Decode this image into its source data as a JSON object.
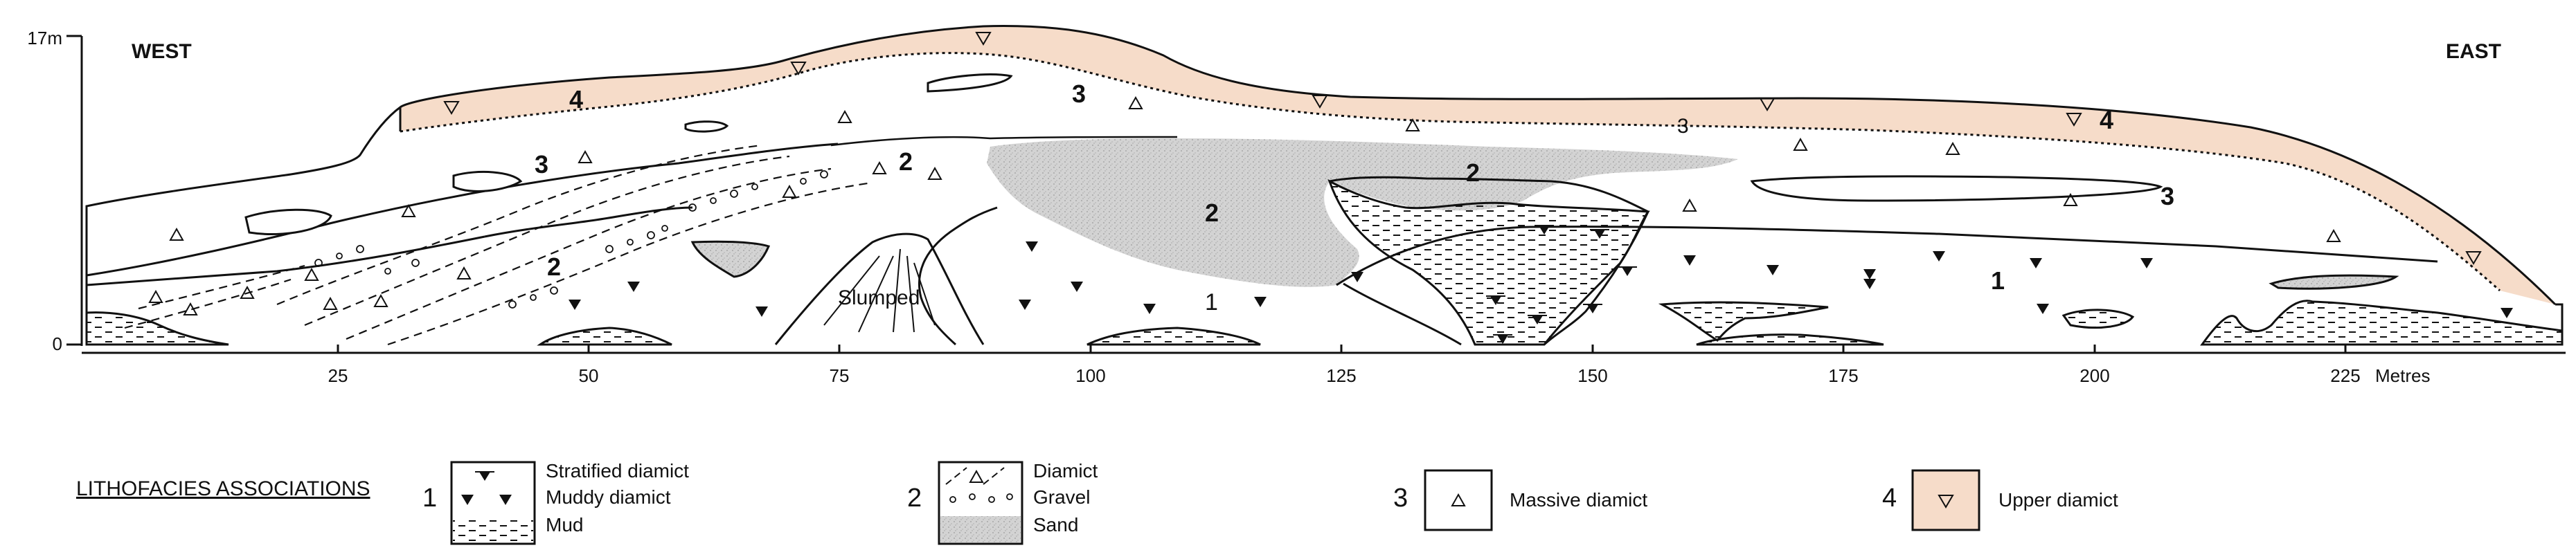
{
  "section": {
    "west_label": "WEST",
    "east_label": "EAST",
    "y_axis": {
      "top_label": "17m",
      "bottom_label": "0"
    },
    "x_axis": {
      "ticks": [
        "25",
        "50",
        "75",
        "100",
        "125",
        "150",
        "175",
        "200",
        "225"
      ],
      "unit": "Metres"
    },
    "unit_labels": {
      "u1": "1",
      "u2_a": "2",
      "u2_b": "2",
      "u2_c": "2",
      "u2_d": "2",
      "u3_a": "3",
      "u3_b": "3",
      "u3_c": "3",
      "u3_d": "3",
      "u4_a": "4",
      "u4_b": "4",
      "slumped": "Slumped"
    }
  },
  "legend": {
    "title": "LITHOFACIES ASSOCIATIONS",
    "groups": [
      {
        "number": "1",
        "items": [
          "Stratified diamict",
          "Muddy diamict",
          "Mud"
        ]
      },
      {
        "number": "2",
        "items": [
          "Diamict",
          "Gravel",
          "Sand"
        ]
      },
      {
        "number": "3",
        "items": [
          "Massive diamict"
        ]
      },
      {
        "number": "4",
        "items": [
          "Upper diamict"
        ]
      }
    ]
  },
  "colors": {
    "upper_diamict": "#f6dcc9",
    "sand": "#d2d2d2",
    "line": "#111111"
  }
}
